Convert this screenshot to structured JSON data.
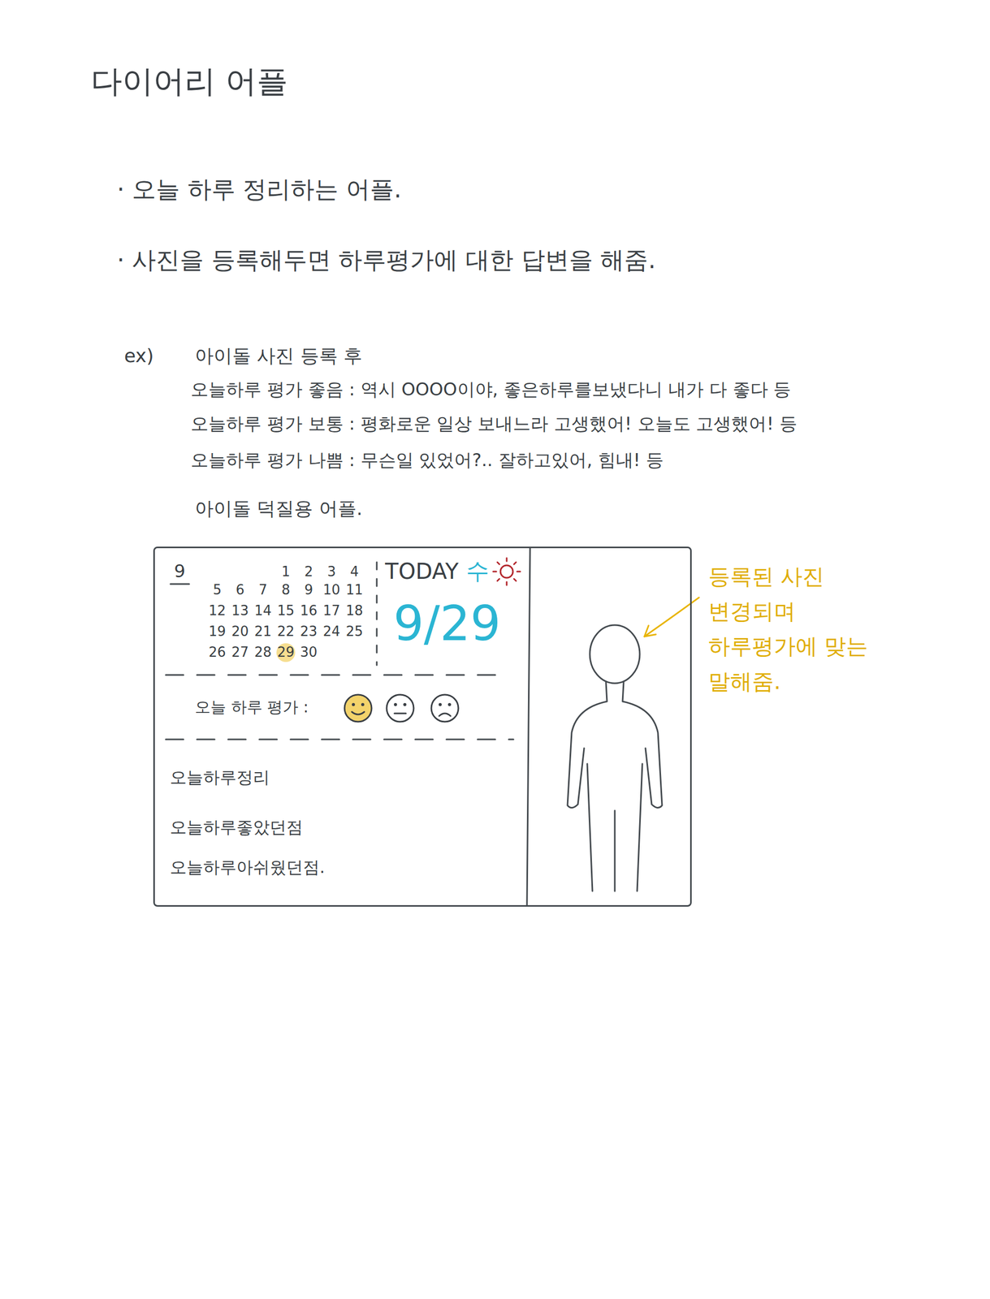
{
  "diagram": {
    "title": "다이어리 어플",
    "nodes": [
      {
        "text": [
          "TODAY",
          "수",
          "9/29",
          "오늘 하루 평가 :",
          "오늘하루정리",
          "오늘하루좋았던점",
          "오늘하루아쉬웠던점."
        ]
      }
    ],
    "labels": [
      "· 오늘 하루 정리하는 어플.",
      "· 사진을 등록해두면 하루평가에 대한 답변을 해줌.",
      "ex)",
      "아이돌 사진 등록 후",
      "오늘하루 평가 좋음 : 역시 OOOO이야, 좋은하루를보냈다니 내가 다 좋다 등",
      "오늘하루 평가 보통 : 평화로운 일상 보내느라 고생했어! 오늘도 고생했어! 등",
      "오늘하루 평가 나쁨 : 무슨일 있었어?.. 잘하고있어, 힘내! 등",
      "아이돌 덕질용 어플.",
      "등록된 사진 변경되며 하루평가에 맞는 말해줌.",
      "9",
      "1",
      "2",
      "3",
      "4",
      "5",
      "6",
      "7",
      "8",
      "9",
      "10",
      "11",
      "12",
      "13",
      "14",
      "15",
      "16",
      "17",
      "18",
      "19",
      "20",
      "21",
      "22",
      "23",
      "24",
      "25",
      "26",
      "27",
      "28",
      "29",
      "30"
    ]
  }
}
